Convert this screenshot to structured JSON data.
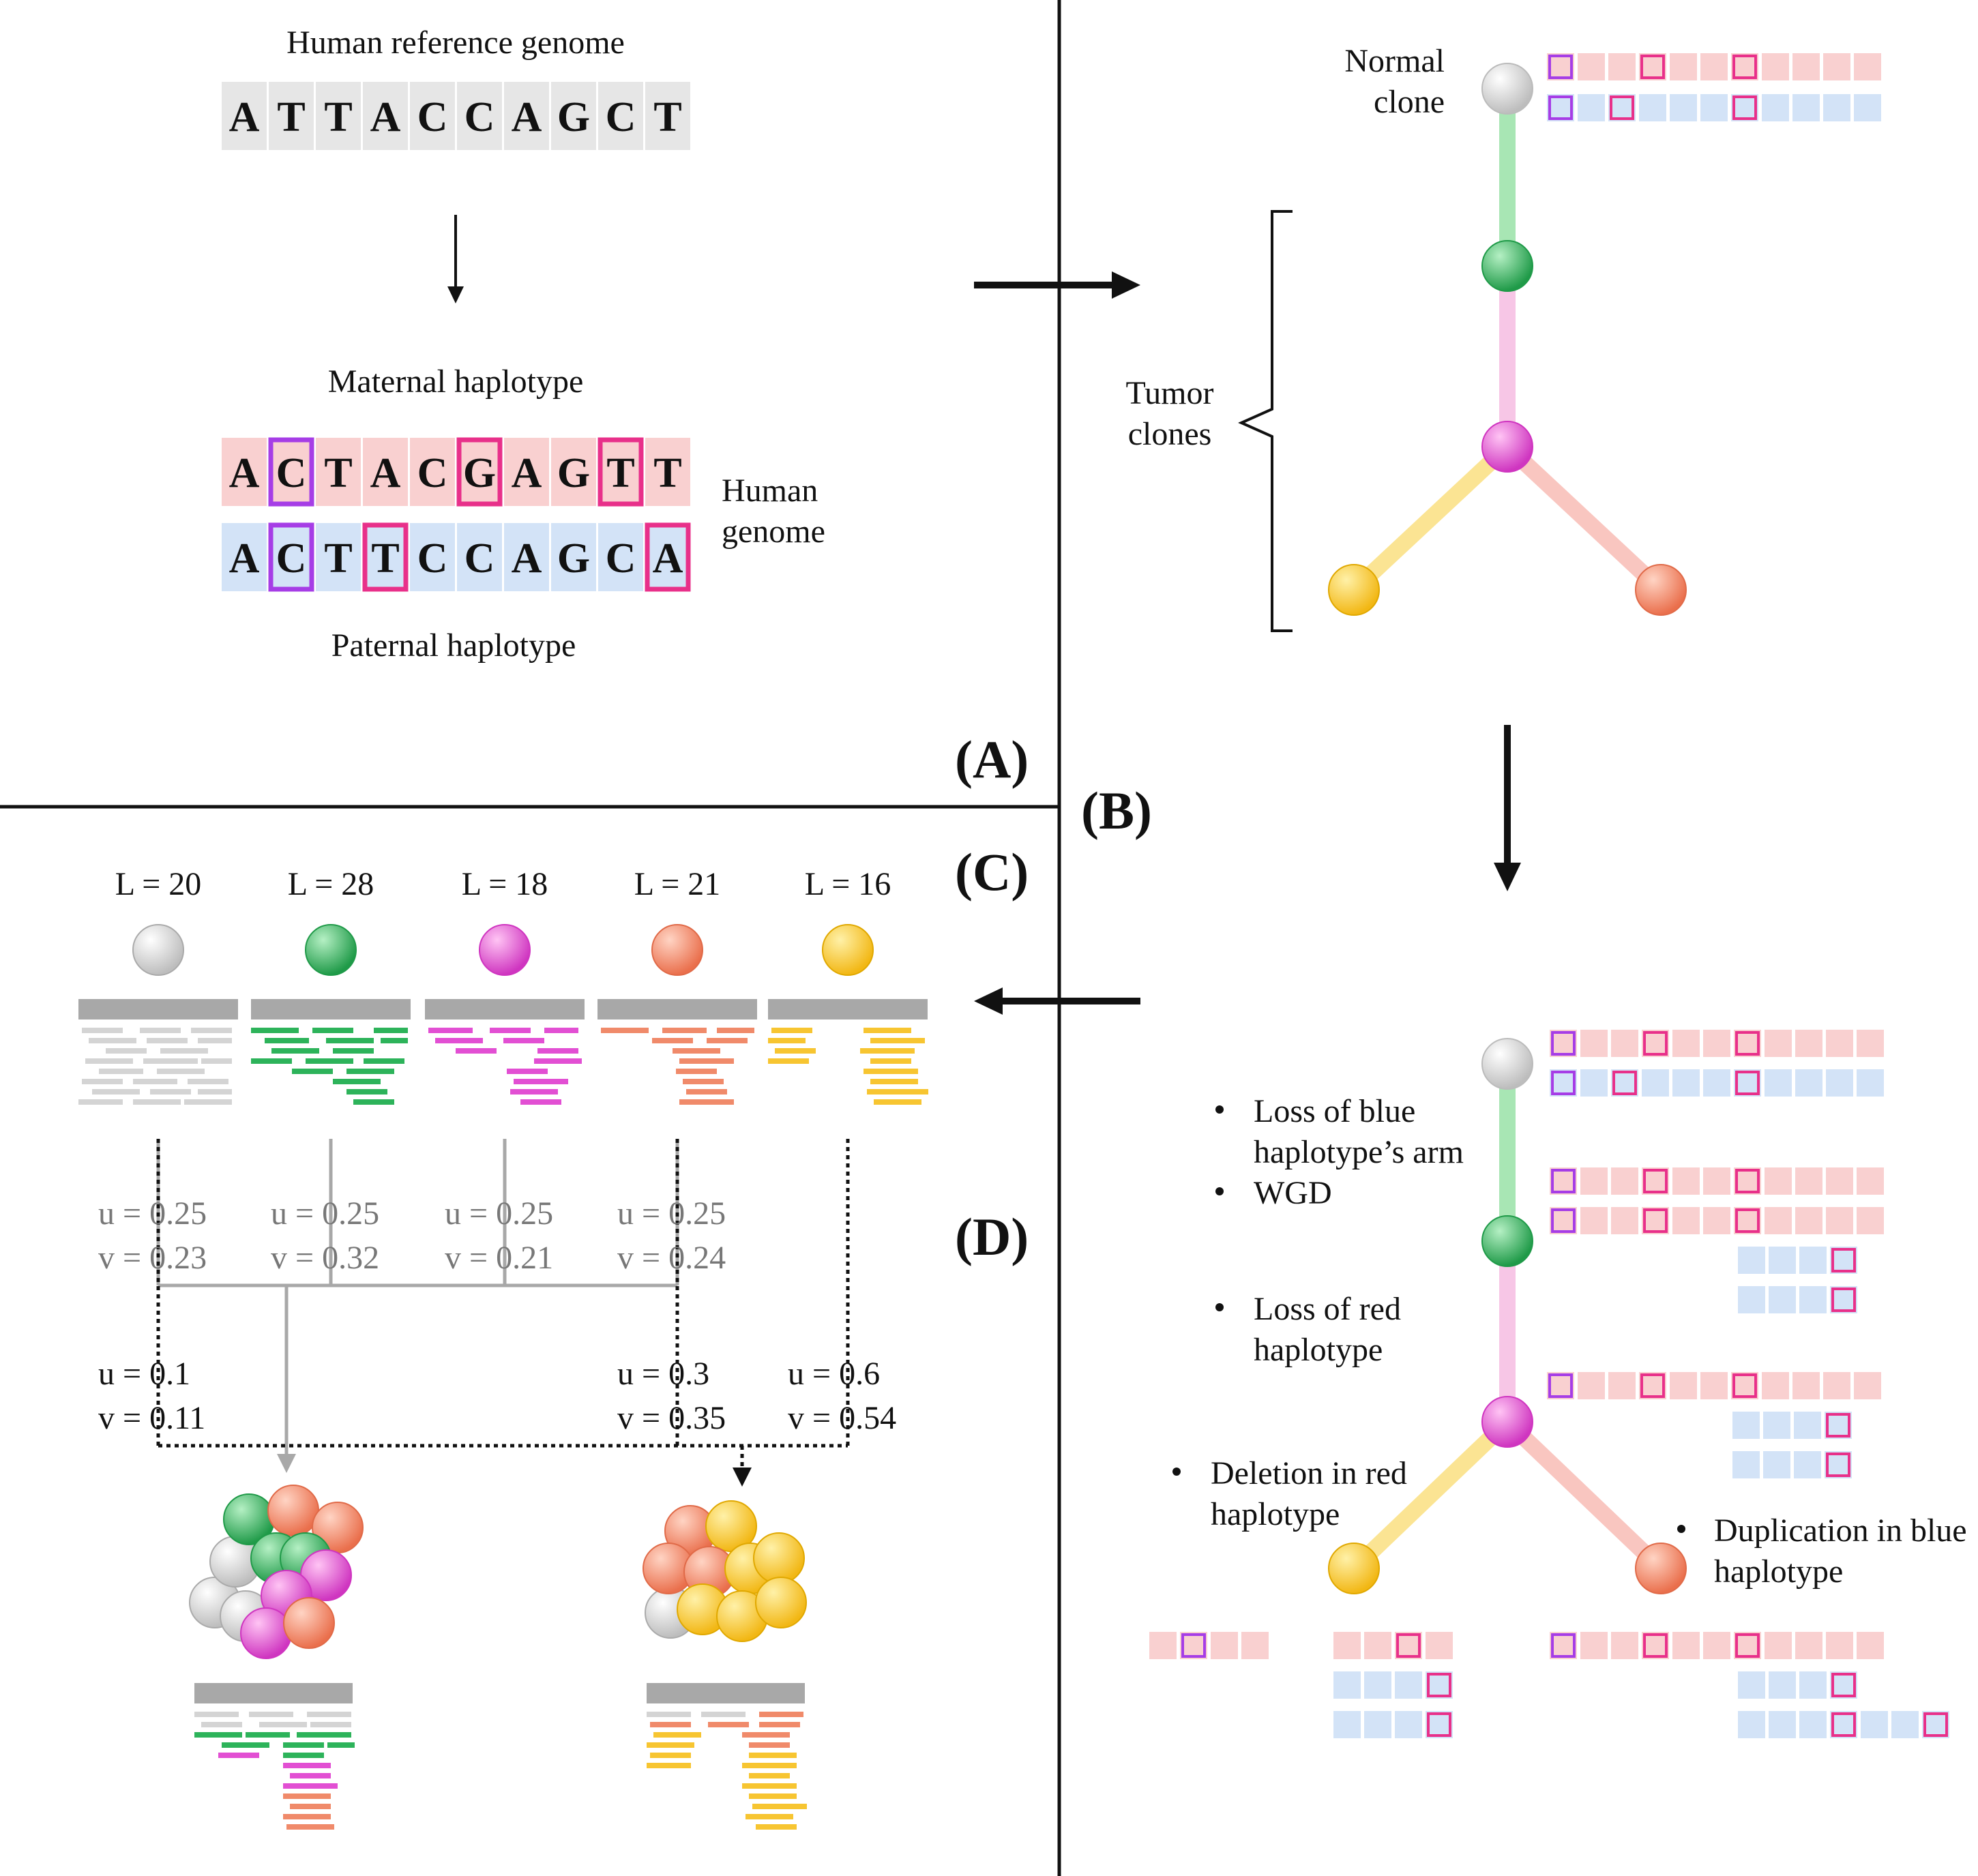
{
  "panel_a": {
    "reference_title": "Human reference genome",
    "reference_sequence": [
      "A",
      "T",
      "T",
      "A",
      "C",
      "C",
      "A",
      "G",
      "C",
      "T"
    ],
    "maternal_label": "Maternal haplotype",
    "maternal_sequence": [
      "A",
      "C",
      "T",
      "A",
      "C",
      "G",
      "A",
      "G",
      "T",
      "T"
    ],
    "paternal_sequence": [
      "A",
      "C",
      "T",
      "T",
      "C",
      "C",
      "A",
      "G",
      "C",
      "A"
    ],
    "paternal_label": "Paternal haplotype",
    "genome_label_line1": "Human",
    "genome_label_line2": "genome",
    "panel_label": "(A)"
  },
  "panel_b": {
    "normal_clone_line1": "Normal",
    "normal_clone_line2": "clone",
    "tumor_clones_line1": "Tumor",
    "tumor_clones_line2": "clones",
    "panel_label": "(B)"
  },
  "panel_c": {
    "panel_label": "(C)",
    "clones": [
      {
        "L_label": "L = 20",
        "color": "#d9d9d9"
      },
      {
        "L_label": "L = 28",
        "color": "#2db35a"
      },
      {
        "L_label": "L = 18",
        "color": "#e24fd3"
      },
      {
        "L_label": "L = 21",
        "color": "#f08a6a"
      },
      {
        "L_label": "L = 16",
        "color": "#f7c531"
      }
    ]
  },
  "panel_d": {
    "panel_label": "(D)",
    "sample1_params": [
      {
        "u": "u = 0.25",
        "v": "v = 0.23"
      },
      {
        "u": "u = 0.25",
        "v": "v = 0.32"
      },
      {
        "u": "u = 0.25",
        "v": "v = 0.21"
      },
      {
        "u": "u = 0.25",
        "v": "v = 0.24"
      }
    ],
    "sample2_params": [
      {
        "u": "u = 0.1",
        "v": "v = 0.11"
      },
      {
        "u": "u = 0.3",
        "v": "v = 0.35"
      },
      {
        "u": "u = 0.6",
        "v": "v = 0.54"
      }
    ],
    "events": [
      "Loss of blue",
      "haplotype’s arm",
      "WGD",
      "Loss of red",
      "haplotype",
      "Deletion in red",
      "haplotype",
      "Duplication in blue",
      "haplotype"
    ]
  },
  "colors": {
    "normal": "#d9d9d9",
    "green": "#2db35a",
    "magenta": "#e24fd3",
    "salmon": "#f08a6a",
    "yellow": "#f7c531",
    "maternal_fill": "#f9d0d0",
    "paternal_fill": "#d3e3f7",
    "ref_fill": "#e6e6e6",
    "maternal_text": "#f08585",
    "paternal_text": "#9f9fe6",
    "snp_purple": "#a63de6",
    "snp_pink": "#e8308a"
  }
}
